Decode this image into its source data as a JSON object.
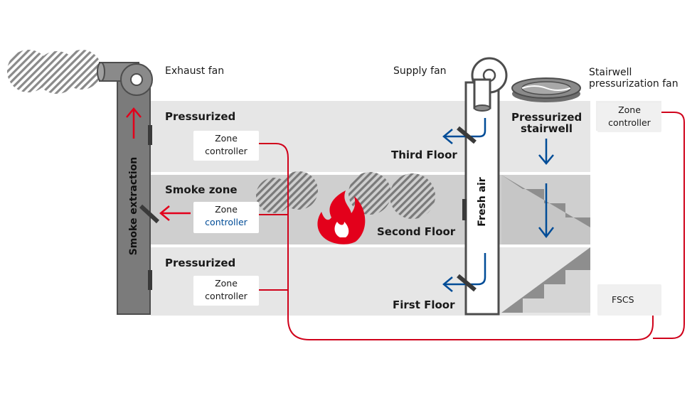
{
  "labels": {
    "exhaust_fan": "Exhaust fan",
    "supply_fan": "Supply fan",
    "stairwell_fan_line1": "Stairwell",
    "stairwell_fan_line2": "pressurization fan",
    "smoke_extraction": "Smoke extraction",
    "fresh_air": "Fresh air",
    "pressurized_top": "Pressurized",
    "smoke_zone": "Smoke zone",
    "pressurized_bottom": "Pressurized",
    "pressurized_stairwell_line1": "Pressurized",
    "pressurized_stairwell_line2": "stairwell",
    "third_floor": "Third Floor",
    "second_floor": "Second Floor",
    "first_floor": "First Floor"
  },
  "controllers": {
    "third": {
      "line1": "Zone",
      "line2": "controller"
    },
    "second": {
      "line1": "Zone",
      "line2": "controller"
    },
    "first": {
      "line1": "Zone",
      "line2": "controller"
    },
    "stairwell": {
      "line1": "Zone",
      "line2": "controller"
    },
    "fscs": "FSCS"
  },
  "colors": {
    "duct": "#7b7b7b",
    "floor_band": "#e6e6e6",
    "smoke_band": "#cfcfcf",
    "arrow_red": "#e3001b",
    "arrow_blue": "#004c97",
    "wire_red": "#d0021b",
    "fire": "#e3001b"
  },
  "icons": [
    "smoke-cloud-icon",
    "exhaust-fan-icon",
    "supply-fan-icon",
    "stairwell-fan-icon",
    "fire-icon",
    "damper-icon"
  ]
}
